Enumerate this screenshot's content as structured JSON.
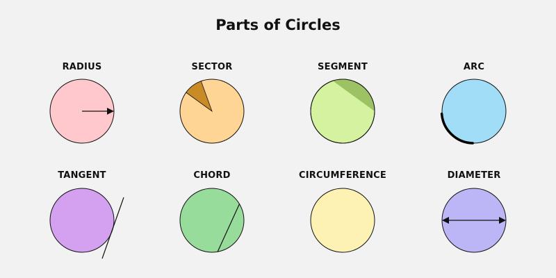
{
  "title": "Parts of Circles",
  "panels": [
    {
      "key": "radius",
      "label": "RADIUS",
      "fill": "#ffc8cc"
    },
    {
      "key": "sector",
      "label": "SECTOR",
      "fill": "#ffd596",
      "accent": "#c98b25"
    },
    {
      "key": "segment",
      "label": "SEGMENT",
      "fill": "#d4f2a0",
      "accent": "#9cc264"
    },
    {
      "key": "arc",
      "label": "ARC",
      "fill": "#a2ddf8"
    },
    {
      "key": "tangent",
      "label": "TANGENT",
      "fill": "#d4a0f0"
    },
    {
      "key": "chord",
      "label": "CHORD",
      "fill": "#98dc9c"
    },
    {
      "key": "circumference",
      "label": "CIRCUMFERENCE",
      "fill": "#fdf2b4"
    },
    {
      "key": "diameter",
      "label": "DIAMETER",
      "fill": "#bcb6f6"
    }
  ]
}
